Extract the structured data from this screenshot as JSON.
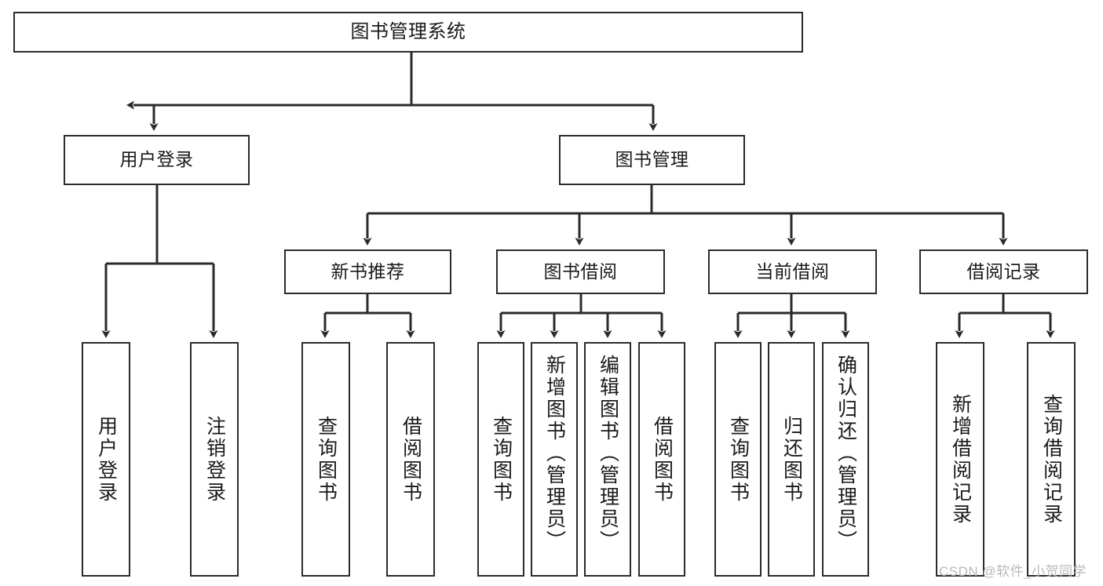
{
  "diagram": {
    "title": "图书管理系统",
    "type": "tree-hierarchy-diagram",
    "style": {
      "background": "#ffffff",
      "border_color": "#2b2b2b",
      "text_color": "#1a1a1a",
      "watermark_color": "#b9b9b9"
    },
    "root": {
      "label": "图书管理系统"
    },
    "level2": [
      {
        "id": "user-login",
        "label": "用户登录"
      },
      {
        "id": "book-manage",
        "label": "图书管理"
      }
    ],
    "level3": [
      {
        "id": "new-book-rec",
        "label": "新书推荐"
      },
      {
        "id": "book-borrow",
        "label": "图书借阅"
      },
      {
        "id": "current-borrow",
        "label": "当前借阅"
      },
      {
        "id": "borrow-record",
        "label": "借阅记录"
      }
    ],
    "leaves": {
      "user_login": [
        {
          "id": "leaf-user-login",
          "label": "用户登录"
        },
        {
          "id": "leaf-logout",
          "label": "注销登录"
        }
      ],
      "new_book_rec": [
        {
          "id": "leaf-query-book-1",
          "label": "查询图书"
        },
        {
          "id": "leaf-borrow-book-1",
          "label": "借阅图书"
        }
      ],
      "book_borrow": [
        {
          "id": "leaf-query-book-2",
          "label": "查询图书"
        },
        {
          "id": "leaf-add-book",
          "label": "新增图书（管理员）"
        },
        {
          "id": "leaf-edit-book",
          "label": "编辑图书（管理员）"
        },
        {
          "id": "leaf-borrow-book-2",
          "label": "借阅图书"
        }
      ],
      "current_borrow": [
        {
          "id": "leaf-query-book-3",
          "label": "查询图书"
        },
        {
          "id": "leaf-return-book",
          "label": "归还图书"
        },
        {
          "id": "leaf-confirm-return",
          "label": "确认归还（管理员）"
        }
      ],
      "borrow_record": [
        {
          "id": "leaf-add-record",
          "label": "新增借阅记录"
        },
        {
          "id": "leaf-query-record",
          "label": "查询借阅记录"
        }
      ]
    }
  },
  "watermark": {
    "text": "CSDN @软件_小贺同学"
  }
}
